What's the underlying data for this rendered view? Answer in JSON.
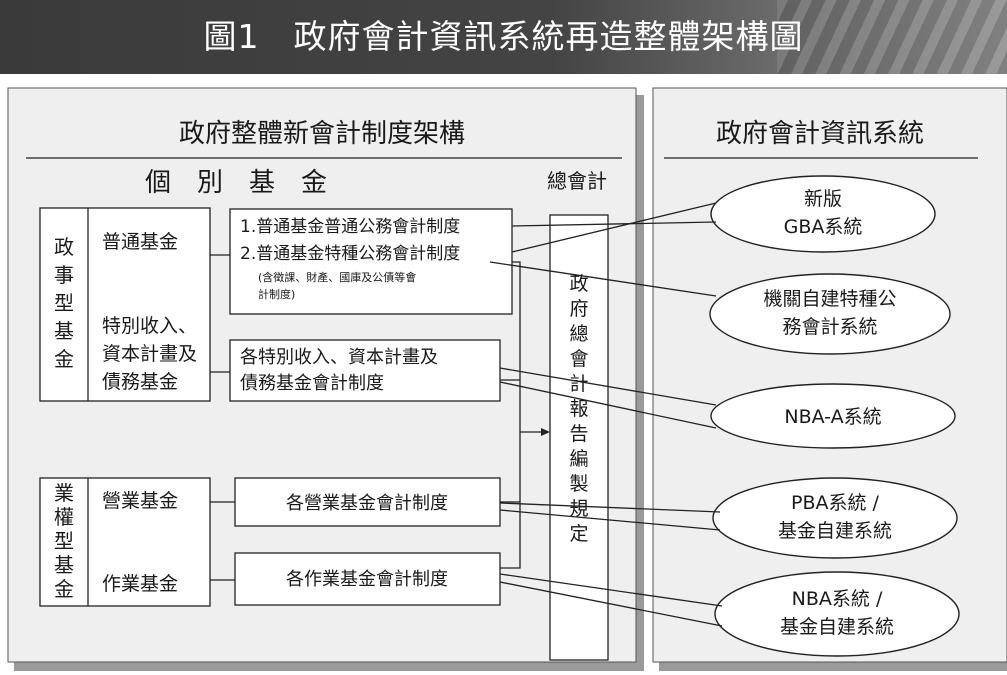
{
  "banner": {
    "title": "圖1　政府會計資訊系統再造整體架構圖"
  },
  "left_panel": {
    "heading": "政府整體新會計制度架構",
    "individual_funds": "個　別　基　金",
    "general_accounting": "總會計",
    "gov_fund_group": {
      "label": [
        "政",
        "事",
        "型",
        "基",
        "金"
      ],
      "general_fund": "普通基金",
      "special_funds": [
        "特別收入、",
        "資本計畫及",
        "債務基金"
      ]
    },
    "business_fund_group": {
      "label": [
        "業",
        "權",
        "型",
        "基",
        "金"
      ],
      "enterprise_fund": "營業基金",
      "operating_fund": "作業基金"
    },
    "systems": {
      "general_item1": "1.普通基金普通公務會計制度",
      "general_item2": "2.普通基金特種公務會計制度",
      "general_note": [
        "(含徵課、財產、國庫及公債等會",
        "計制度)"
      ],
      "special": [
        "各特別收入、資本計畫及",
        "債務基金會計制度"
      ],
      "enterprise": "各營業基金會計制度",
      "operating": "各作業基金會計制度"
    },
    "report_rules": [
      "政",
      "府",
      "總",
      "會",
      "計",
      "報",
      "告",
      "編",
      "製",
      "規",
      "定"
    ]
  },
  "right_panel": {
    "heading": "政府會計資訊系統",
    "ellipses": [
      {
        "lines": [
          "新版",
          "GBA系統"
        ]
      },
      {
        "lines": [
          "機關自建特種公",
          "務會計系統"
        ]
      },
      {
        "lines": [
          "NBA-A系統"
        ]
      },
      {
        "lines": [
          "PBA系統 /",
          "基金自建系統"
        ]
      },
      {
        "lines": [
          "NBA系統 /",
          "基金自建系統"
        ]
      }
    ]
  }
}
